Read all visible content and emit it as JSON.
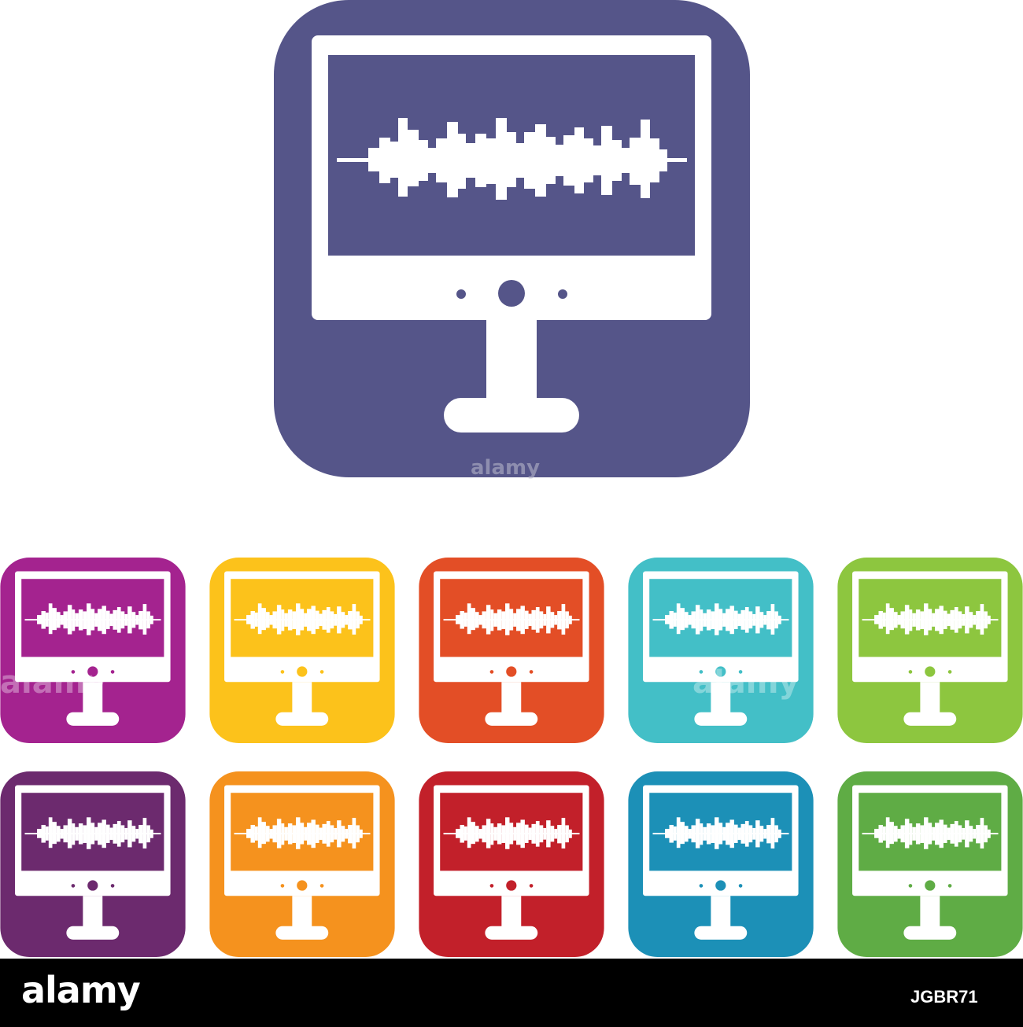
{
  "icon": {
    "semantic": "monitor-with-sound-wave-icon",
    "main_color": "#555589",
    "glyph_color": "#ffffff"
  },
  "palette": {
    "row1": [
      "#a4238f",
      "#fcc21b",
      "#e34e26",
      "#43bfc7",
      "#8dc63f"
    ],
    "row2": [
      "#6c2a6e",
      "#f5921e",
      "#c2202a",
      "#1c90b7",
      "#5fac45"
    ]
  },
  "watermark": {
    "logo_text": "alamy",
    "image_id": "JGBR71",
    "faint_text": "alamy"
  }
}
